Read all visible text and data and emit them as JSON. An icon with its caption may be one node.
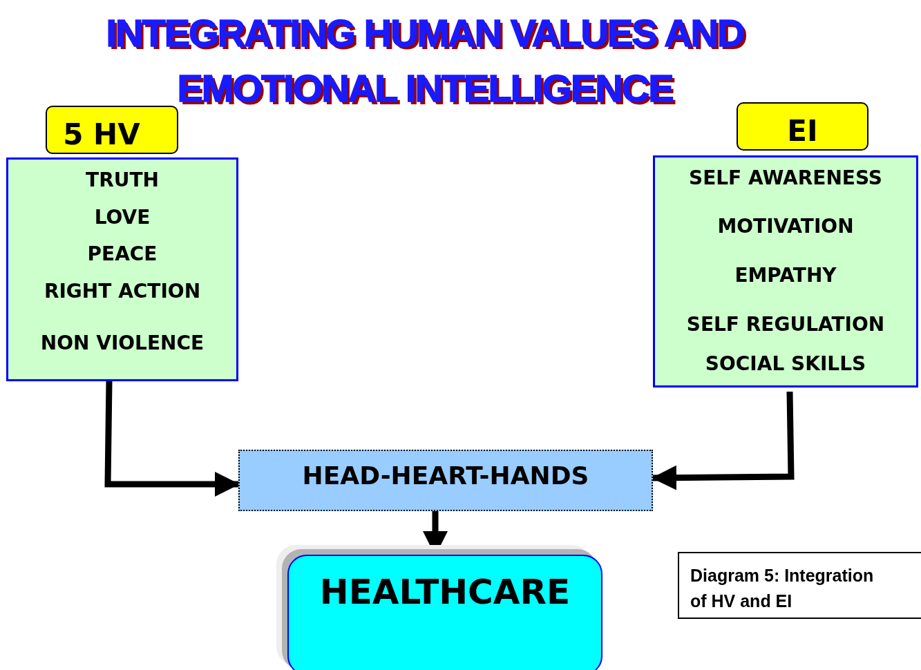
{
  "diagram": {
    "title": "INTEGRATING HUMAN VALUES AND EMOTIONAL INTELLIGENCE",
    "caption": "Diagram 5: Integration of HV and EI",
    "nodes": [
      {
        "text": [
          "5 HV"
        ]
      },
      {
        "text": [
          "TRUTH",
          "LOVE",
          "PEACE",
          "RIGHT ACTION",
          "NON VIOLENCE"
        ]
      },
      {
        "text": [
          "EI"
        ]
      },
      {
        "text": [
          "SELF AWARENESS",
          "MOTIVATION",
          "EMPATHY",
          "SELF REGULATION",
          "SOCIAL SKILLS"
        ]
      },
      {
        "text": [
          "HEAD-HEART-HANDS"
        ]
      },
      {
        "text": [
          "HEALTHCARE"
        ]
      }
    ],
    "edges": [
      {
        "from": 1,
        "to": 4,
        "arrow": "to"
      },
      {
        "from": 3,
        "to": 4,
        "arrow": "to"
      },
      {
        "from": 4,
        "to": 5,
        "arrow": "to"
      }
    ]
  }
}
